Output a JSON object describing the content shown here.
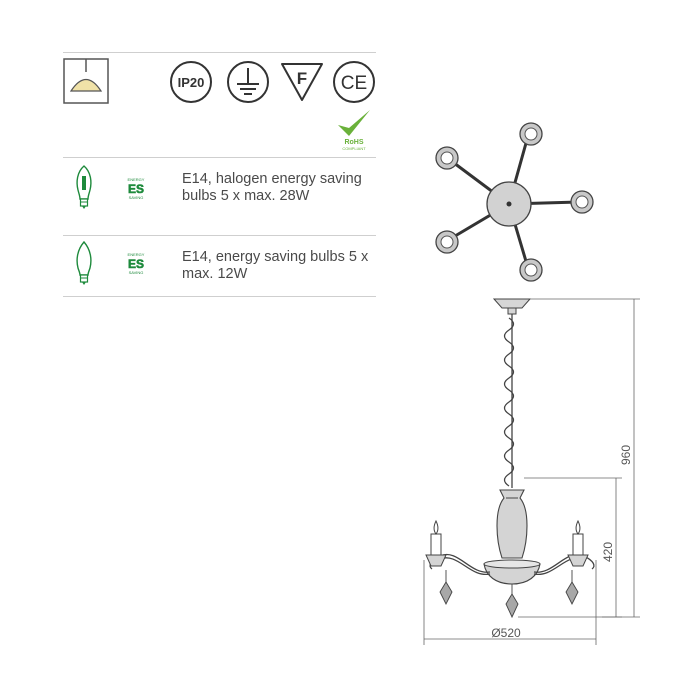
{
  "symbols": {
    "ip_rating": "IP20",
    "class_mark": "F",
    "ce_mark": "CE",
    "rohs_line1": "RoHS",
    "rohs_line2": "COMPLIANT"
  },
  "badges": {
    "es_small_top": "ENERGY",
    "es_main": "ES",
    "es_small_bottom": "SAVING"
  },
  "bulbs": [
    {
      "text": "E14, halogen energy saving bulbs 5 x max. 28W"
    },
    {
      "text": "E14, energy saving bulbs 5 x max. 12W"
    }
  ],
  "dimensions": {
    "total_height": "960",
    "body_height": "420",
    "diameter": "Ø520"
  },
  "colors": {
    "rohs_check": "#6ab13a",
    "es_green": "#1e8a3c",
    "line": "#333333"
  }
}
